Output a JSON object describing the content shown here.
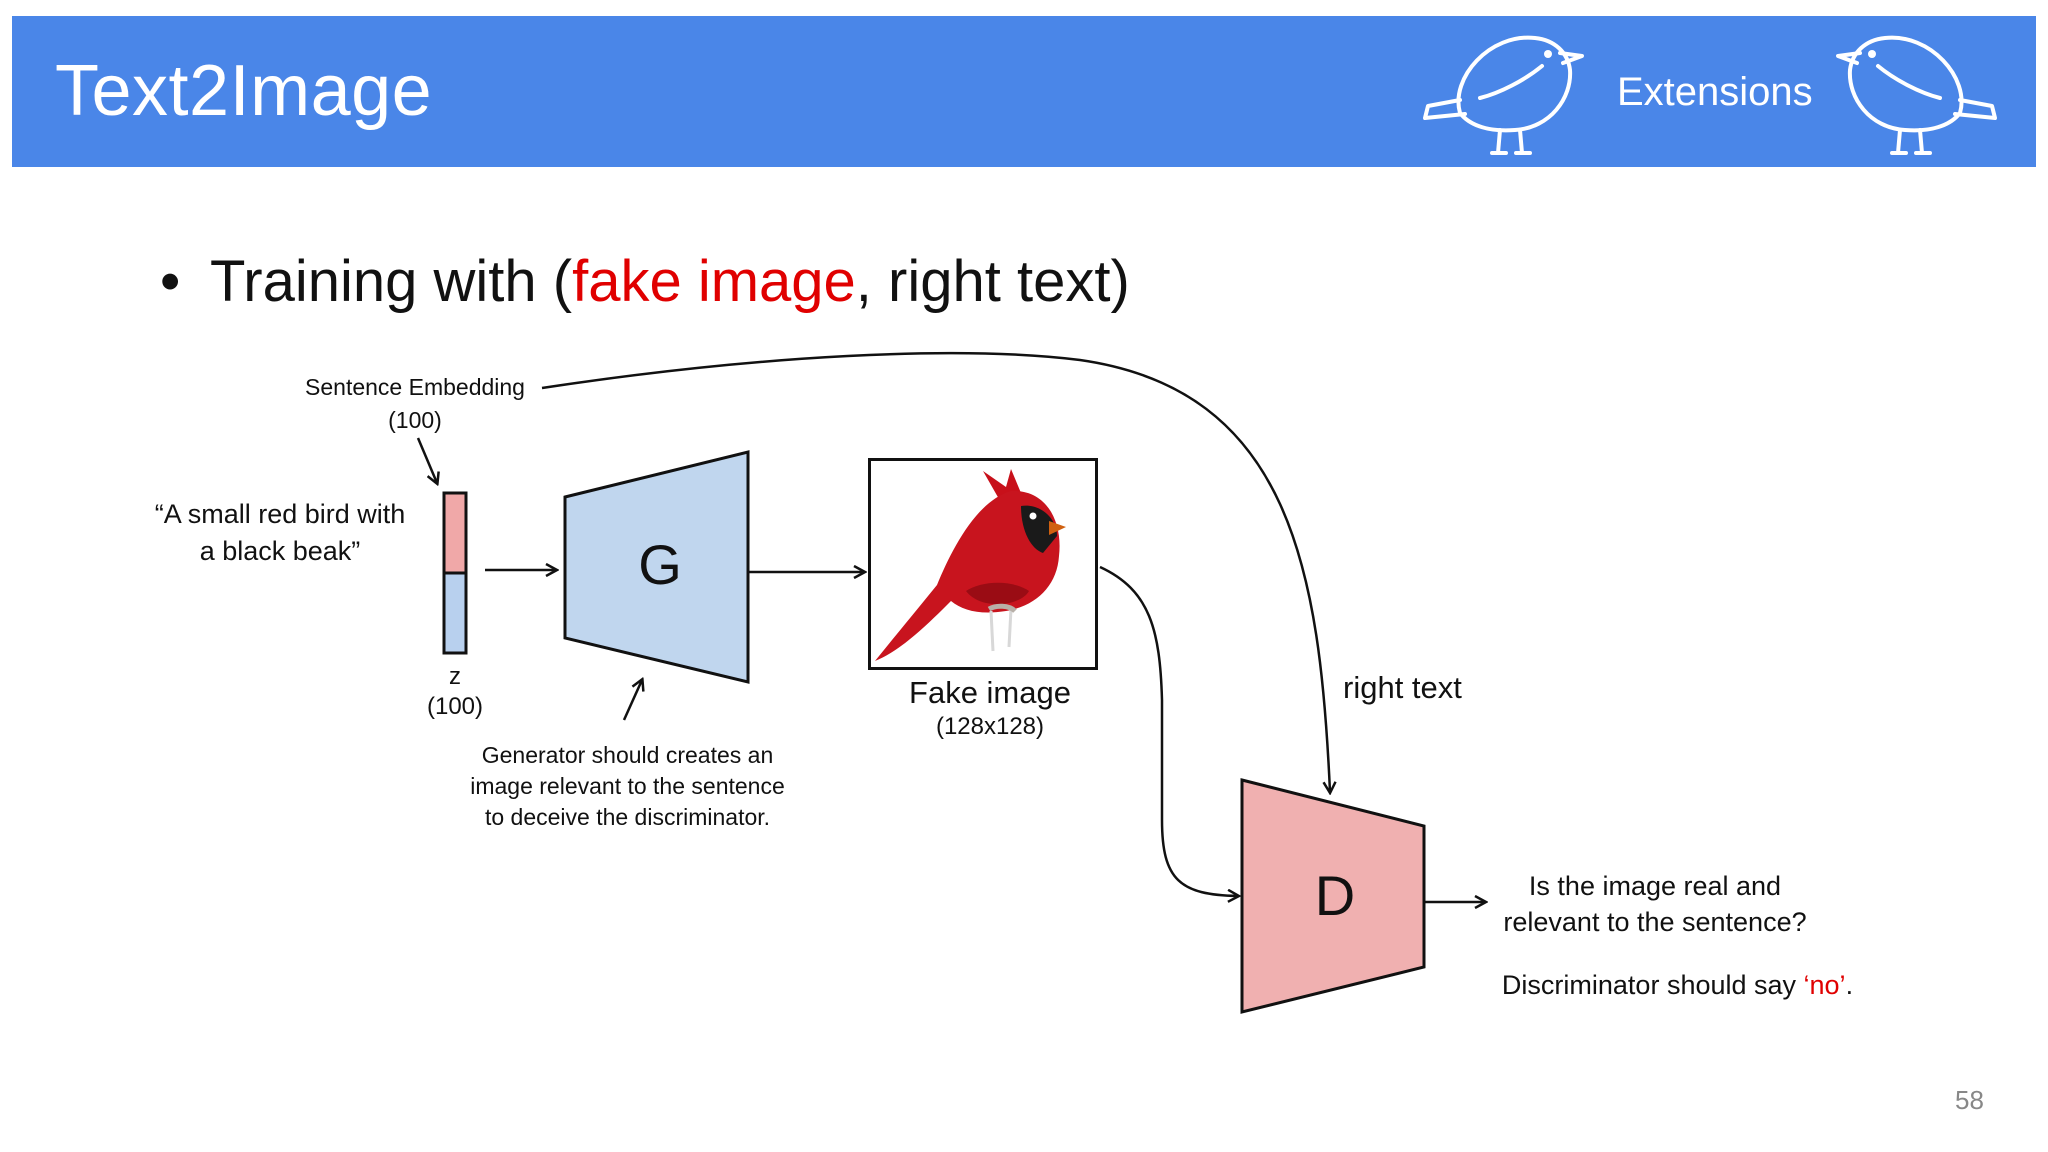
{
  "slide": {
    "title": "Text2Image",
    "section": "Extensions",
    "page_number": "58"
  },
  "bullet": {
    "prefix": "Training with (",
    "fake": "fake image",
    "suffix": ", right text)"
  },
  "diagram": {
    "sentence_embedding": "Sentence Embedding",
    "sentence_embedding_dim": "(100)",
    "caption_line1": "“A small red bird with",
    "caption_line2": "a black beak”",
    "z_label": "z",
    "z_dim": "(100)",
    "generator": "G",
    "generator_note_line1": "Generator should creates an",
    "generator_note_line2": "image relevant to the sentence",
    "generator_note_line3": "to deceive the discriminator.",
    "fake_image_label": "Fake image",
    "fake_image_size": "(128x128)",
    "right_text": "right text",
    "discriminator": "D",
    "question_line1": "Is the image real and",
    "question_line2": "relevant to the sentence?",
    "answer_prefix": "Discriminator should say ",
    "answer_value": "‘no’",
    "answer_suffix": "."
  },
  "colors": {
    "header_bg": "#4a86e8",
    "generator_fill": "#c0d6ee",
    "discriminator_fill": "#f0b0b0",
    "embedding_fill": "#f0a8a8",
    "noise_fill": "#b8d0ee",
    "accent_red": "#e00000"
  },
  "icons": [
    "bird-outline-icon",
    "bird-outline-icon",
    "cardinal-bird-image"
  ]
}
